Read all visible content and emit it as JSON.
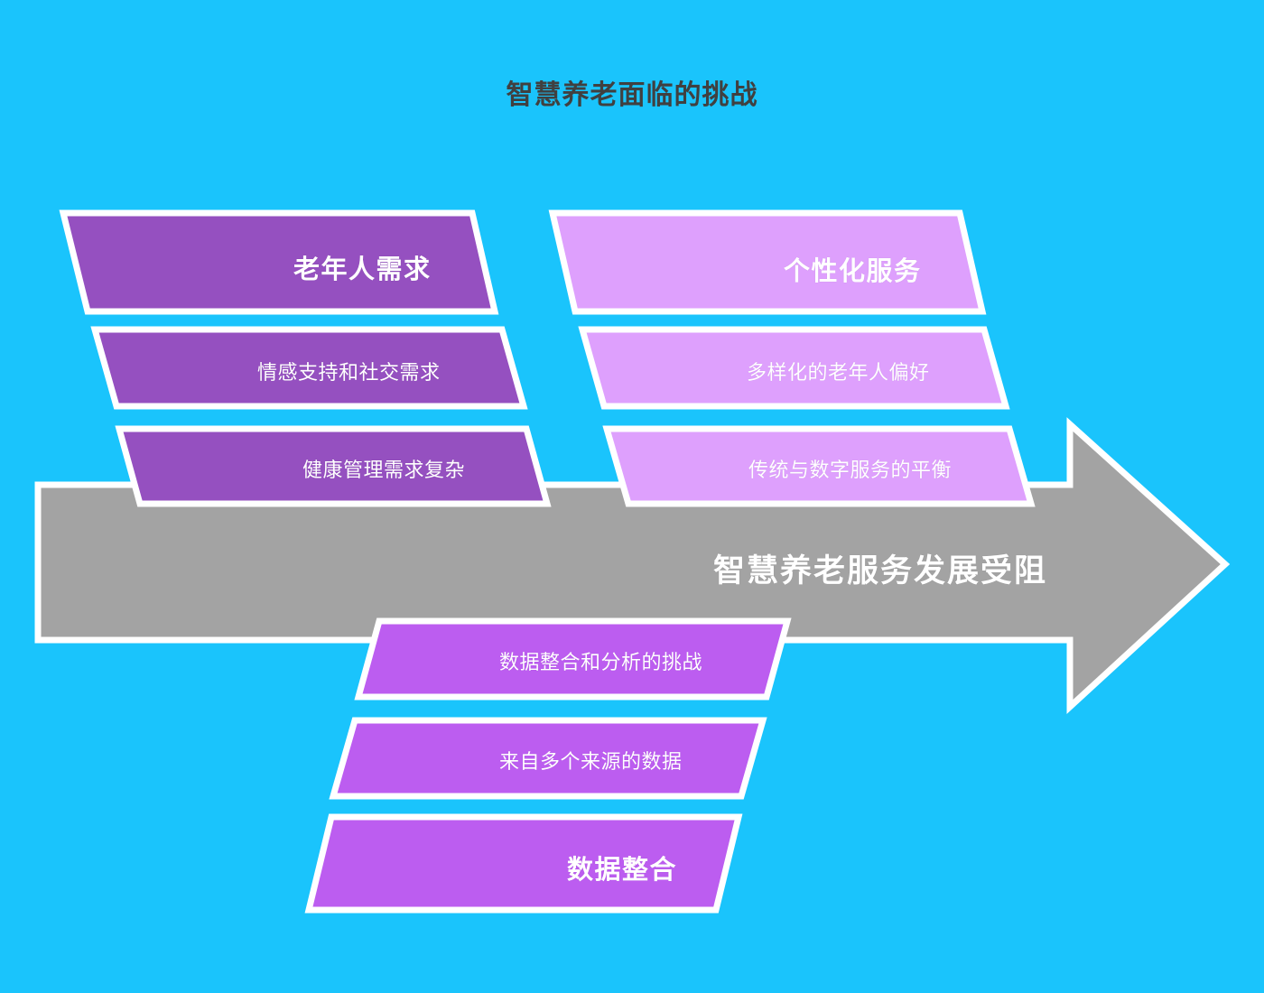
{
  "page": {
    "title": "智慧养老面临的挑战",
    "background_color": "#1ac4fc",
    "title_color": "#404040"
  },
  "arrow": {
    "label": "智慧养老服务发展受阻",
    "fill": "#a3a3a3",
    "stroke": "#ffffff",
    "text_color": "#ffffff"
  },
  "groups": [
    {
      "id": "elderly-needs",
      "fill": "#9550c0",
      "stroke": "#ffffff",
      "header": "老年人需求",
      "items": [
        "情感支持和社交需求",
        "健康管理需求复杂"
      ]
    },
    {
      "id": "personalized-service",
      "fill": "#dea0fd",
      "stroke": "#ffffff",
      "header": "个性化服务",
      "items": [
        "多样化的老年人偏好",
        "传统与数字服务的平衡"
      ]
    },
    {
      "id": "data-integration",
      "fill": "#bc5df0",
      "stroke": "#ffffff",
      "header": "数据整合",
      "items": [
        "数据整合和分析的挑战",
        "来自多个来源的数据"
      ]
    }
  ]
}
